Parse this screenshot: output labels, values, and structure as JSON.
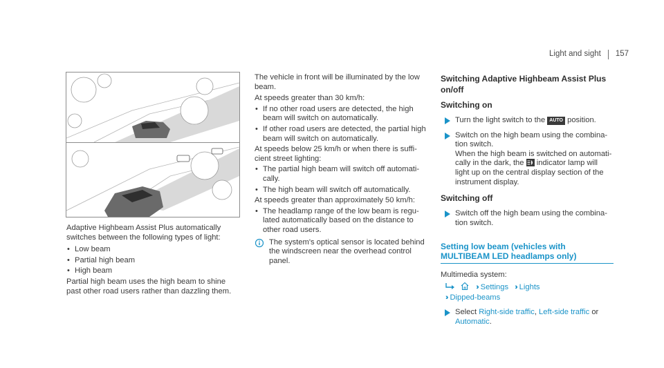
{
  "header": {
    "section": "Light and sight",
    "page_number": "157"
  },
  "figure": {
    "description_icons": [
      "tree-icon",
      "car-icon"
    ]
  },
  "col1": {
    "intro": "Adaptive Highbeam Assist Plus automatically switches between the following types of light:",
    "types": [
      "Low beam",
      "Partial high beam",
      "High beam"
    ],
    "partial": "Partial high beam uses the high beam to shine past other road users rather than dazzling them."
  },
  "col2": {
    "p1": "The vehicle in front will be illuminated by the low beam.",
    "p2": "At speeds greater than 30 km/h:",
    "list1": [
      "If no other road users are detected, the high beam will switch on automatically.",
      "If other road users are detected, the partial high beam will switch on automatically."
    ],
    "p3": "At speeds below 25 km/h or when there is suffi- cient street lighting:",
    "list2": [
      "The partial high beam will switch off automati- cally.",
      "The high beam will switch off automatically."
    ],
    "p4": "At speeds greater than approximately 50 km/h:",
    "list3": [
      "The headlamp range of the low beam is regu- lated automatically based on the distance to other road users."
    ],
    "note": "The system's optical sensor is located behind the windscreen near the overhead control panel."
  },
  "col3": {
    "title": "Switching Adaptive Highbeam Assist Plus on/off",
    "on_heading": "Switching on",
    "step1_a": "Turn the light switch to the",
    "step1_key": "AUTO",
    "step1_b": "position.",
    "step2_a": "Switch on the high beam using the combina- tion switch.",
    "step2_b": "When the high beam is switched on automati- cally in the dark, the",
    "step2_c": "indicator lamp will light up on the central display section of the instrument display.",
    "off_heading": "Switching off",
    "step3": "Switch off the high beam using the combina- tion switch.",
    "low_title": "Setting low beam (vehicles with MULTIBEAM LED headlamps only)",
    "ms_label": "Multimedia system:",
    "path_settings": "Settings",
    "path_lights": "Lights",
    "path_dipped": "Dipped-beams",
    "select_a": "Select",
    "opt1": "Right-side traffic",
    "comma": ",",
    "opt2": "Left-side traffic",
    "or": "or",
    "opt3": "Automatic",
    "period": "."
  }
}
